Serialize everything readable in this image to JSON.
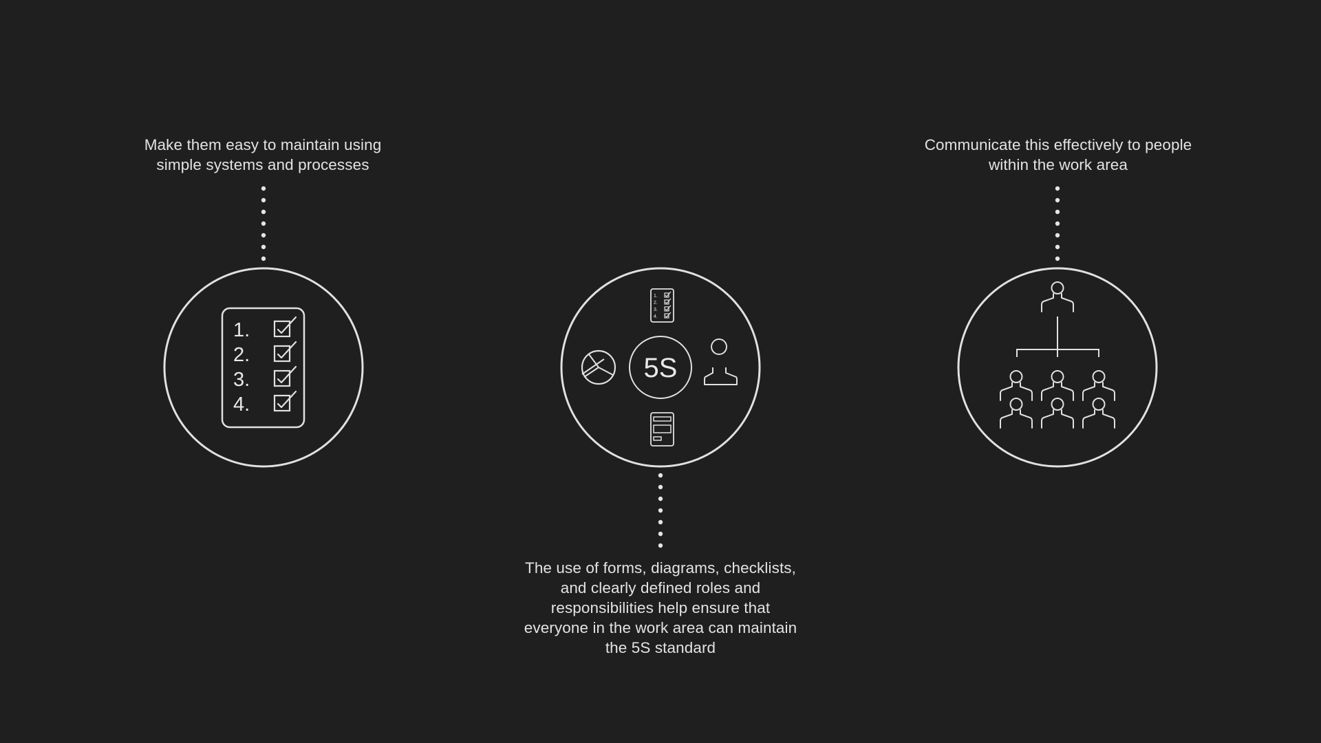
{
  "colors": {
    "background": "#1f1f1f",
    "stroke": "#dfe2de",
    "text": "#e2e4e1"
  },
  "captions": {
    "left": [
      "Make them easy to maintain using",
      "simple systems and processes"
    ],
    "right": [
      "Communicate this effectively to people",
      "within the work area"
    ],
    "center": [
      "The use of forms, diagrams, checklists,",
      "and clearly defined roles and",
      "responsibilities help ensure that",
      "everyone in the work area can maintain",
      "the 5S standard"
    ]
  },
  "icons": {
    "left": {
      "name": "checklist-icon",
      "items": [
        "1.",
        "2.",
        "3.",
        "4."
      ]
    },
    "center": {
      "name": "5s-hub-icon",
      "hub_label": "5S",
      "satellites": [
        "checklist-icon",
        "person-icon",
        "form-icon",
        "pie-chart-icon"
      ],
      "mini_checklist_items": [
        "1.",
        "2.",
        "3.",
        "4."
      ]
    },
    "right": {
      "name": "team-hierarchy-icon",
      "leader": "person-icon",
      "team_members": 6
    }
  }
}
